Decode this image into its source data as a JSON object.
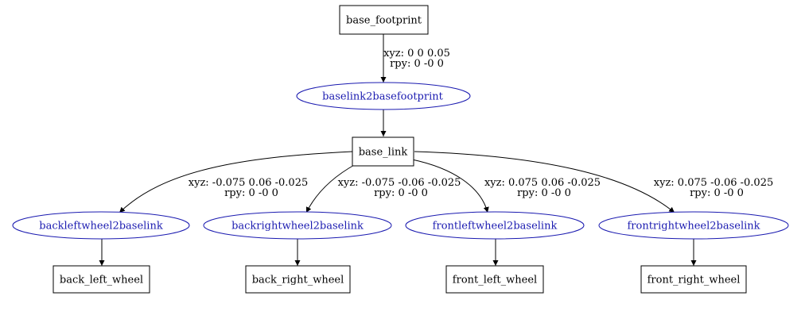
{
  "colors": {
    "link_stroke": "#000000",
    "joint_stroke": "#1a1ab0",
    "joint_text": "#1a1ab0",
    "edge": "#000000"
  },
  "links": {
    "base_footprint": "base_footprint",
    "base_link": "base_link",
    "back_left_wheel": "back_left_wheel",
    "back_right_wheel": "back_right_wheel",
    "front_left_wheel": "front_left_wheel",
    "front_right_wheel": "front_right_wheel"
  },
  "joints": {
    "baselink2basefootprint": "baselink2basefootprint",
    "backleftwheel2baselink": "backleftwheel2baselink",
    "backrightwheel2baselink": "backrightwheel2baselink",
    "frontleftwheel2baselink": "frontleftwheel2baselink",
    "frontrightwheel2baselink": "frontrightwheel2baselink"
  },
  "edge_labels": {
    "footprint_xyz": "xyz: 0 0 0.05",
    "footprint_rpy": "rpy: 0 -0 0",
    "back_left_xyz": "xyz: -0.075 0.06 -0.025",
    "back_left_rpy": "rpy: 0 -0 0",
    "back_right_xyz": "xyz: -0.075 -0.06 -0.025",
    "back_right_rpy": "rpy: 0 -0 0",
    "front_left_xyz": "xyz: 0.075 0.06 -0.025",
    "front_left_rpy": "rpy: 0 -0 0",
    "front_right_xyz": "xyz: 0.075 -0.06 -0.025",
    "front_right_rpy": "rpy: 0 -0 0"
  }
}
